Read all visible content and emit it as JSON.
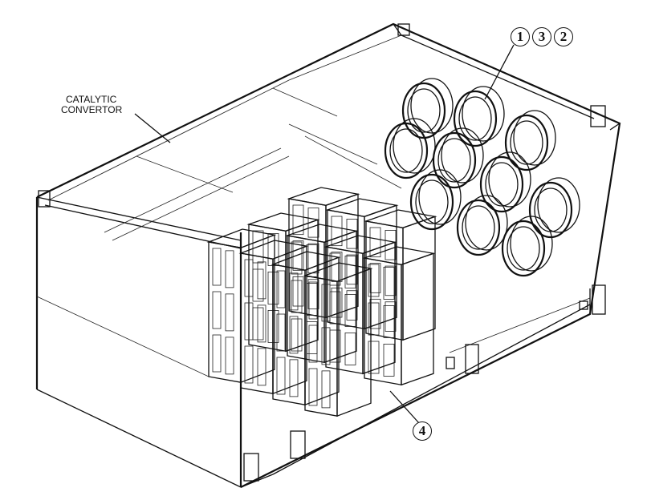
{
  "labels": {
    "catalytic_line1": "CATALYTIC",
    "catalytic_line2": "CONVERTOR"
  },
  "callouts": [
    "1",
    "3",
    "2",
    "4"
  ]
}
